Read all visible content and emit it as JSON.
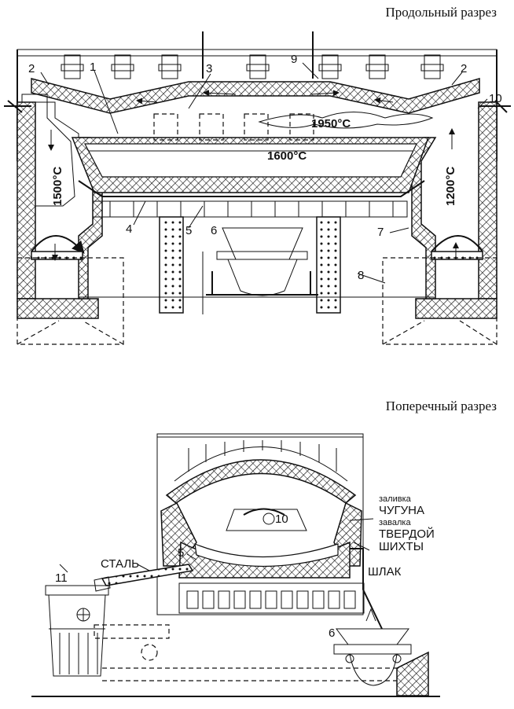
{
  "captions": {
    "longitudinal": "Продольный разрез",
    "transverse": "Поперечный разрез"
  },
  "longitudinal_section": {
    "numbers": [
      "1",
      "2",
      "2",
      "3",
      "4",
      "5",
      "6",
      "7",
      "8",
      "9",
      "10"
    ],
    "temperatures": {
      "flame": "1950°C",
      "bath": "1600°C",
      "left_regenerator": "1500°C",
      "right_regenerator": "1200°C"
    }
  },
  "transverse_section": {
    "numbers": [
      "5",
      "6",
      "10",
      "11"
    ],
    "labels": {
      "cast_iron_line1": "заливка",
      "cast_iron_line2": "ЧУГУНА",
      "charge_line1": "завалка",
      "charge_line2": "ТВЕРДОЙ",
      "charge_line3": "ШИХТЫ",
      "steel": "СТАЛЬ",
      "slag": "ШЛАК"
    }
  },
  "colors": {
    "ink": "#111111",
    "paper": "#ffffff"
  }
}
